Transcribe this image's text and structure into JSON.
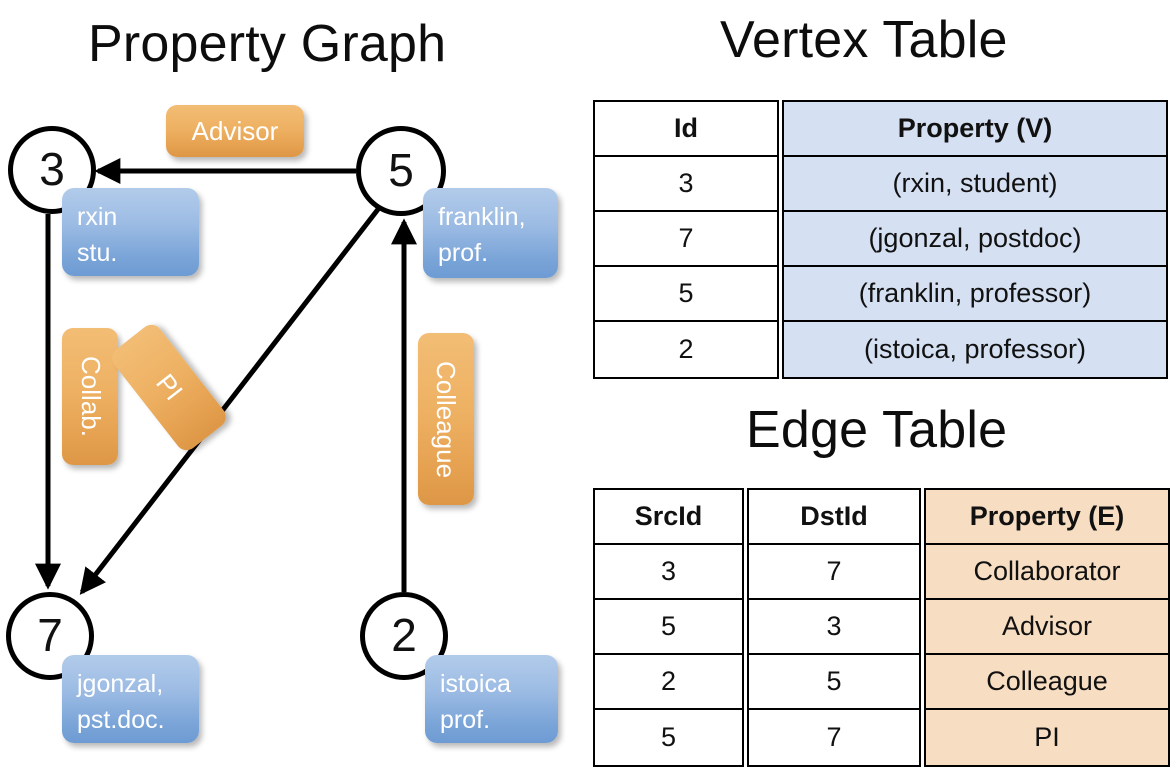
{
  "titles": {
    "property_graph": "Property Graph",
    "vertex_table": "Vertex Table",
    "edge_table": "Edge Table"
  },
  "graph": {
    "nodes": [
      {
        "id": "3",
        "property_line1": "rxin",
        "property_line2": "stu."
      },
      {
        "id": "5",
        "property_line1": "franklin,",
        "property_line2": "prof."
      },
      {
        "id": "7",
        "property_line1": "jgonzal,",
        "property_line2": "pst.doc."
      },
      {
        "id": "2",
        "property_line1": "istoica",
        "property_line2": "prof."
      }
    ],
    "edge_labels": [
      {
        "name": "advisor",
        "text": "Advisor"
      },
      {
        "name": "collab",
        "text": "Collab."
      },
      {
        "name": "pi",
        "text": "PI"
      },
      {
        "name": "colleague",
        "text": "Colleague"
      }
    ],
    "edges": [
      {
        "from": "5",
        "to": "3",
        "label": "Advisor"
      },
      {
        "from": "3",
        "to": "7",
        "label": "Collab."
      },
      {
        "from": "5",
        "to": "7",
        "label": "PI"
      },
      {
        "from": "2",
        "to": "5",
        "label": "Colleague"
      }
    ]
  },
  "vertex_table": {
    "headers": [
      "Id",
      "Property (V)"
    ],
    "rows": [
      {
        "id": "3",
        "property": "(rxin, student)"
      },
      {
        "id": "7",
        "property": "(jgonzal, postdoc)"
      },
      {
        "id": "5",
        "property": "(franklin, professor)"
      },
      {
        "id": "2",
        "property": "(istoica, professor)"
      }
    ]
  },
  "edge_table": {
    "headers": [
      "SrcId",
      "DstId",
      "Property (E)"
    ],
    "rows": [
      {
        "src": "3",
        "dst": "7",
        "property": "Collaborator"
      },
      {
        "src": "5",
        "dst": "3",
        "property": "Advisor"
      },
      {
        "src": "2",
        "dst": "5",
        "property": "Colleague"
      },
      {
        "src": "5",
        "dst": "7",
        "property": "PI"
      }
    ]
  },
  "colors": {
    "vertex_property_fill": "#d5e0f2",
    "edge_property_fill": "#f7ddc2",
    "node_box_blue": "#7ba5d8",
    "edge_label_orange": "#eeb163",
    "stroke": "#000000"
  }
}
